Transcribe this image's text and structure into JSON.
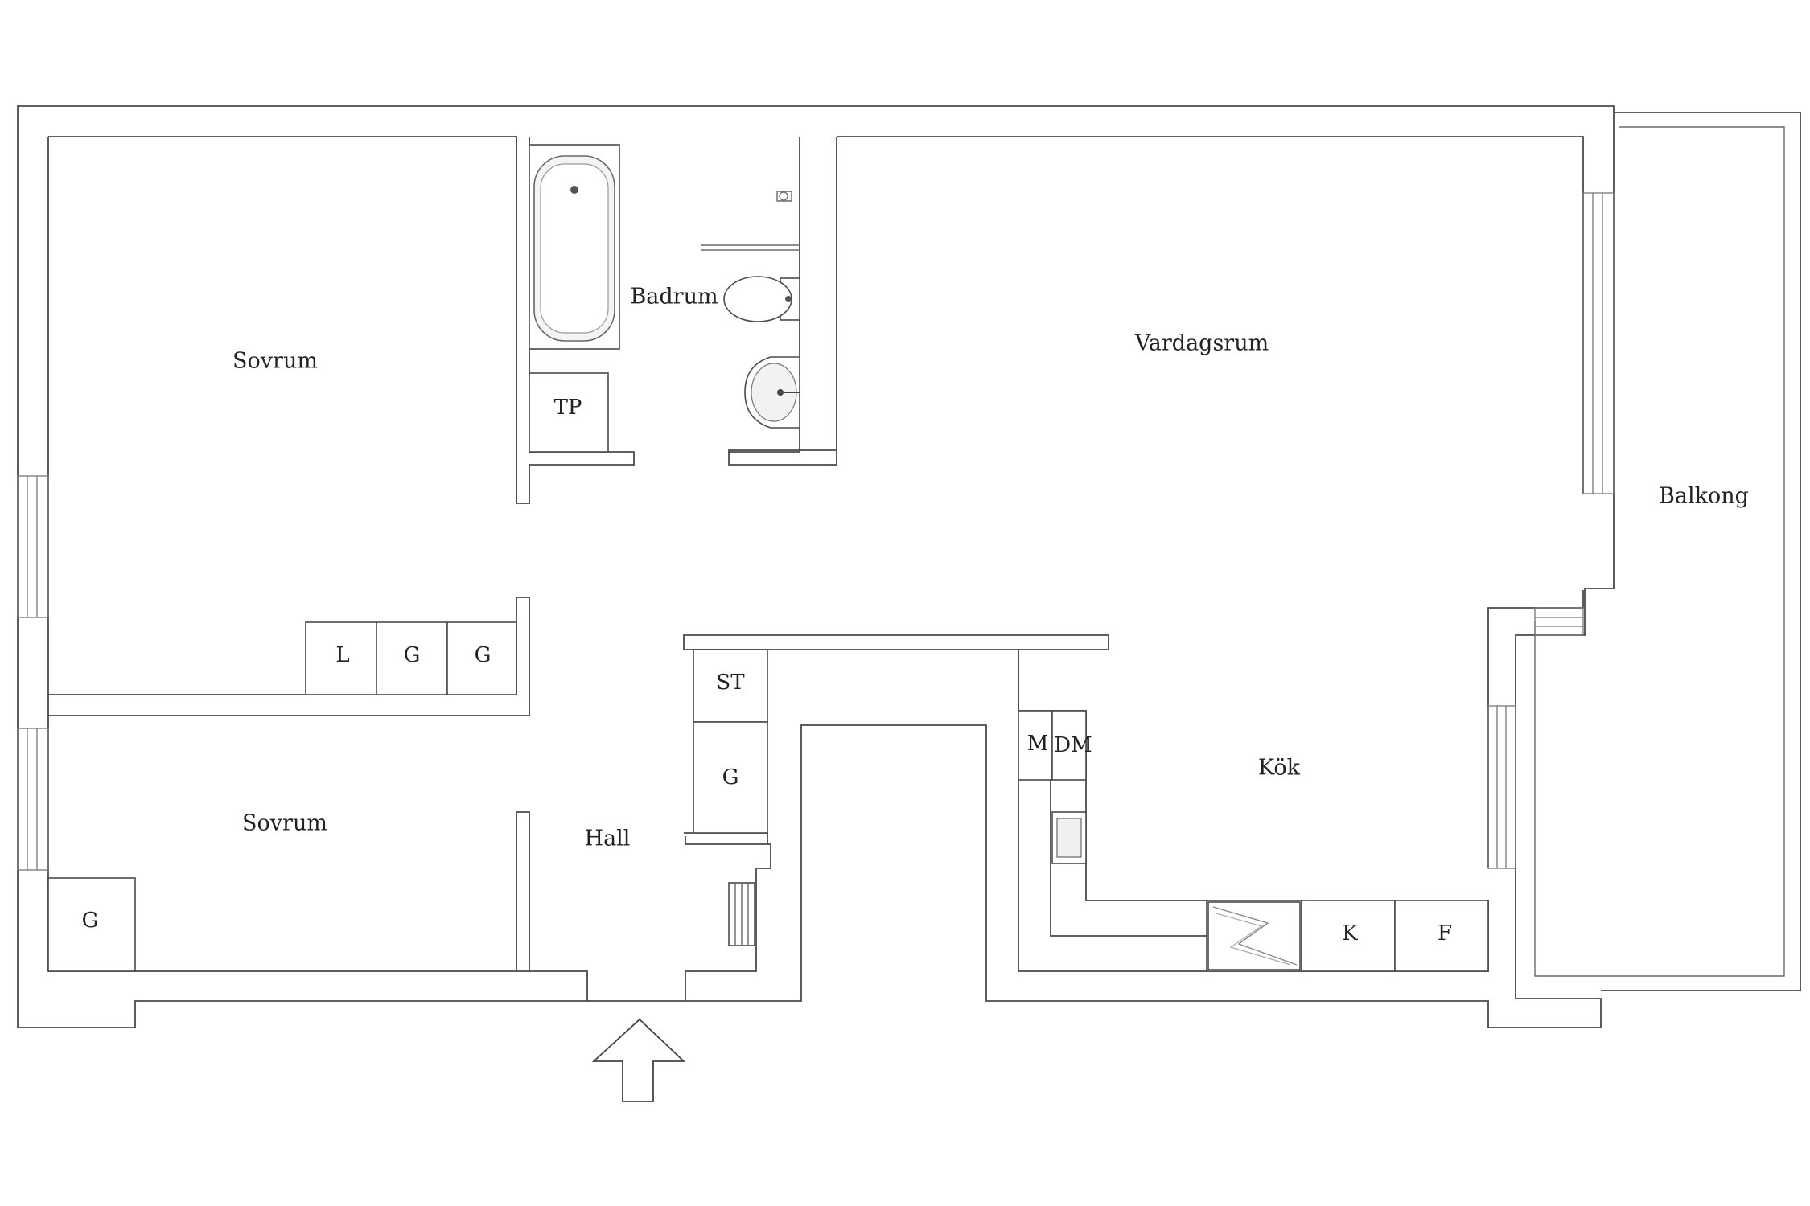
{
  "rooms": {
    "sovrum_1": "Sovrum",
    "badrum": "Badrum",
    "vardagsrum": "Vardagsrum",
    "balkong": "Balkong",
    "sovrum_2": "Sovrum",
    "hall": "Hall",
    "kok": "Kök"
  },
  "fixtures": {
    "tp": "TP",
    "l": "L",
    "g_1": "G",
    "g_2": "G",
    "st": "ST",
    "g_3": "G",
    "g_4": "G",
    "m": "M",
    "dm": "DM",
    "k": "K",
    "f": "F"
  }
}
